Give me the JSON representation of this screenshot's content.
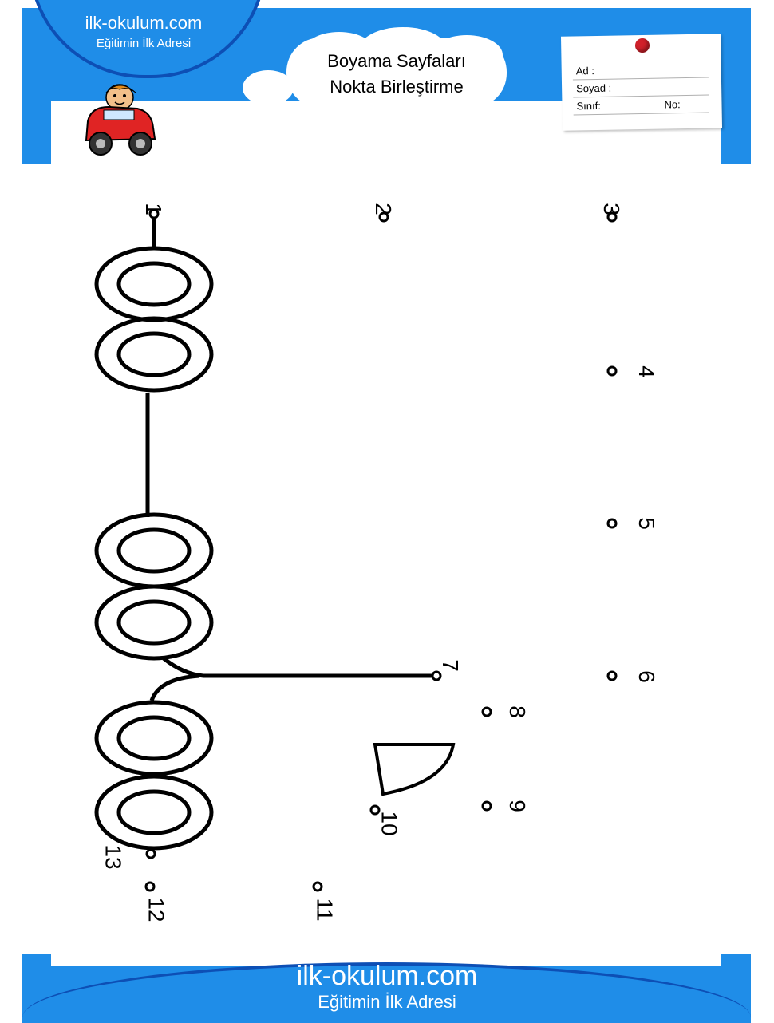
{
  "header": {
    "site_name": "ilk-okulum.com",
    "tagline": "Eğitimin İlk Adresi",
    "title_line1": "Boyama Sayfaları",
    "title_line2": "Nokta Birleştirme"
  },
  "name_card": {
    "name_label": "Ad :",
    "surname_label": "Soyad :",
    "class_label": "Sınıf:",
    "number_label": "No:"
  },
  "dots": [
    "1",
    "2",
    "3",
    "4",
    "5",
    "6",
    "7",
    "8",
    "9",
    "10",
    "11",
    "12",
    "13"
  ],
  "footer": {
    "site_name": "ilk-okulum.com",
    "tagline": "Eğitimin İlk Adresi"
  },
  "colors": {
    "brand_blue": "#1f8de8",
    "dark_blue": "#0d4fb5",
    "pin_red": "#d0202a"
  }
}
